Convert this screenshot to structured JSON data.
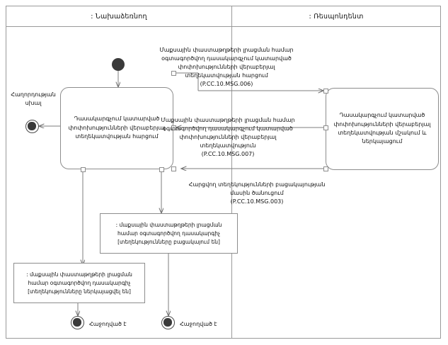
{
  "diagram": {
    "type": "uml-activity-diagram",
    "lanes": [
      {
        "id": "initiator",
        "title": ": Նախաձեռնող"
      },
      {
        "id": "respondent",
        "title": ": Ռեսպոնդենտ"
      }
    ],
    "nodes": {
      "initial": {
        "kind": "initial-node",
        "lane": "initiator"
      },
      "request_activity": {
        "kind": "activity",
        "lane": "initiator",
        "label": "Դասակարգչում կատարված փոփոխությունների վերաբերյալ տեղեկատվության հարցում"
      },
      "process_activity": {
        "kind": "activity",
        "lane": "respondent",
        "label": "Դասակարգչում կատարված փոփոխությունների վերաբերյալ տեղեկատվության մշակում և ներկայացում"
      },
      "note_absent": {
        "kind": "object-node",
        "lane": "initiator",
        "label": ": մաքսային փաստաթղթերի լրացման համար օգտագործվող դասակարգիչ [տեղեկությունները բացակայում են]"
      },
      "note_presented": {
        "kind": "object-node",
        "lane": "initiator",
        "label": ": մաքսային փաստաթղթերի լրացման համար օգտագործվող դասակարգիչ [տեղեկությունները ներկայացվել են]"
      },
      "final_error": {
        "kind": "final-node",
        "lane": "initiator",
        "label": "Հաղորդության սխալ"
      },
      "final_success_left": {
        "kind": "final-node",
        "lane": "initiator",
        "label": "Հաջողված է"
      },
      "final_success_right": {
        "kind": "final-node",
        "lane": "initiator",
        "label": "Հաջողված է"
      }
    },
    "messages": [
      {
        "id": "msg006",
        "code": "(P.CC.10.MSG.006)",
        "text": "Մաքսային փաստաթղթերի լրացման համար օգտագործվող դասակարգչում կատարված փոփոխությունների վերաբերյալ տեղեկատվության հարցում",
        "from": "request_activity",
        "to": "process_activity"
      },
      {
        "id": "msg007",
        "code": "(P.CC.10.MSG.007)",
        "text": "Մաքսային փաստաթղթերի լրացման համար օգտագործվող դասակարգչում կատարված փոփոխությունների վերաբերյալ տեղեկատվություն",
        "from": "process_activity",
        "to": "request_activity"
      },
      {
        "id": "msg003",
        "code": "(P.CC.10.MSG.003)",
        "text": "Հարցվող տեղեկությունների բացակայության մասին ծանուցում",
        "from": "process_activity",
        "to": "request_activity"
      }
    ],
    "colors": {
      "stroke": "#8d8d8d",
      "frame_stroke": "#9a9a9a",
      "node_fill": "#3a3a3a",
      "background": "#ffffff",
      "text": "#111111"
    }
  }
}
